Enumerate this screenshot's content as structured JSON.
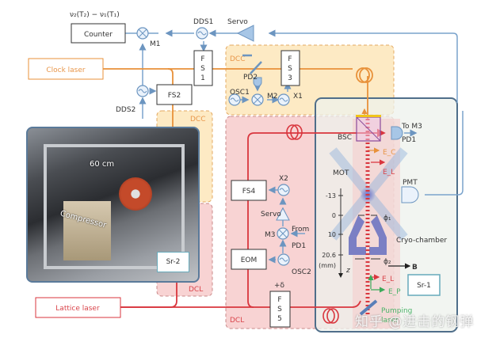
{
  "top_formula": "ν₂(T₂) − ν₁(T₁)",
  "boxes": {
    "counter": "Counter",
    "clock_laser": "Clock laser",
    "lattice_laser": "Lattice laser",
    "fs1": [
      "F",
      "S",
      "1"
    ],
    "fs2": "FS2",
    "fs3": [
      "F",
      "S",
      "3"
    ],
    "fs4": "FS4",
    "fs5": [
      "F",
      "S",
      "5"
    ],
    "eom": "EOM",
    "sr1": "Sr-1",
    "sr2": "Sr-2"
  },
  "labels": {
    "dds1": "DDS1",
    "dds2": "DDS2",
    "servo_top": "Servo",
    "m1": "M1",
    "m2": "M2",
    "m3": "M3",
    "x1": "X1",
    "x2": "X2",
    "pd1": "PD1",
    "pd1_top": "PD1",
    "pd2": "PD2",
    "osc1": "OSC1",
    "osc2": "OSC2",
    "servo_mid": "Servo",
    "from": "From",
    "to_m3": "To M3",
    "pmt": "PMT",
    "bsc": "BSC",
    "mot": "MOT",
    "cryo": "Cryo-chamber",
    "b_field": "B",
    "plus_delta": "+δ",
    "phi1": "ϕ₁",
    "phi2": "ϕ₂",
    "ec": "E_C",
    "el_top": "E_L",
    "el_bot": "E_L",
    "ep": "E_P",
    "pumping": "Pumping",
    "laser": "laser",
    "z_axis": "z",
    "z_ticks": [
      "-13",
      "0",
      "10",
      "20.6"
    ],
    "z_unit": "(mm)"
  },
  "regions": {
    "dcc_top": "DCC",
    "dcc_left": "DCC",
    "dcl_left": "DCL",
    "dcl_main": "DCL"
  },
  "photo": {
    "size_label": "60 cm",
    "compressor_label": "Compressor"
  },
  "watermark": "知乎 @进击的钢弹",
  "colors": {
    "blue_line": "#7aa3cc",
    "orange_line": "#e8913a",
    "red_line": "#d9363e",
    "dcc_fill": "#fdeac4",
    "dcl_fill": "#f8d3d3",
    "chamber_border": "#4f6e8a"
  }
}
